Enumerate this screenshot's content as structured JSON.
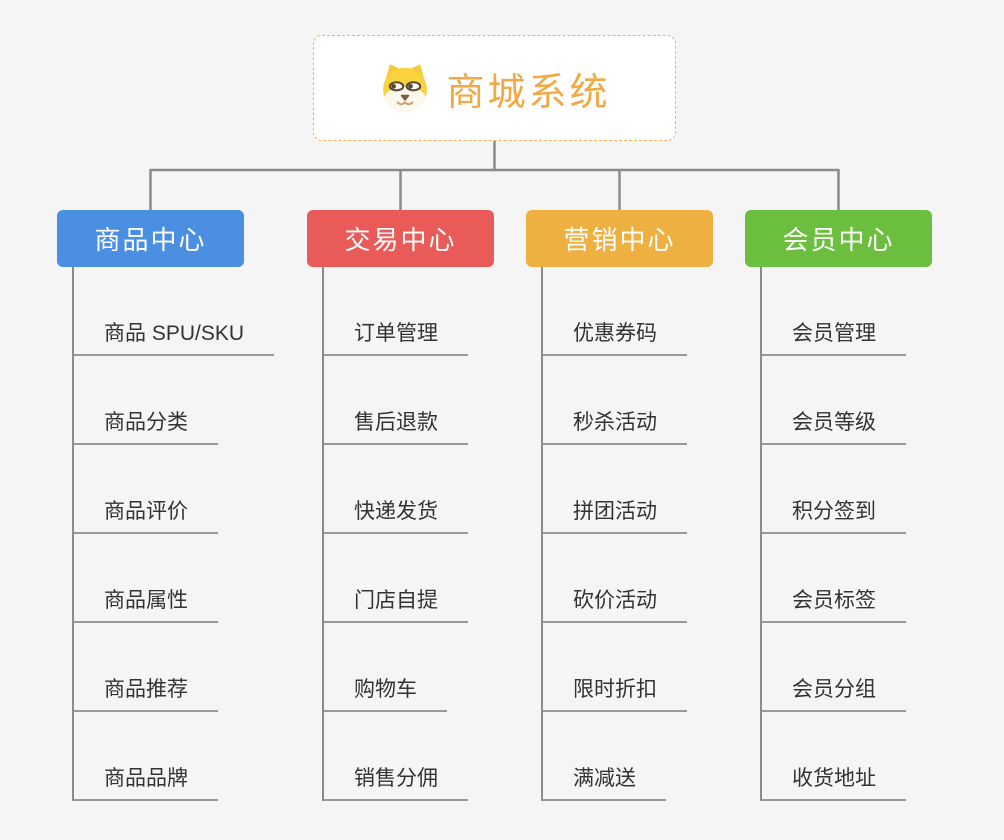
{
  "root": {
    "title": "商城系统",
    "icon": "shiba-dog-icon"
  },
  "branches": [
    {
      "label": "商品中心",
      "color": "#4b8fe2",
      "children": [
        "商品 SPU/SKU",
        "商品分类",
        "商品评价",
        "商品属性",
        "商品推荐",
        "商品品牌"
      ]
    },
    {
      "label": "交易中心",
      "color": "#e95b58",
      "children": [
        "订单管理",
        "售后退款",
        "快递发货",
        "门店自提",
        "购物车",
        "销售分佣"
      ]
    },
    {
      "label": "营销中心",
      "color": "#eeb041",
      "children": [
        "优惠券码",
        "秒杀活动",
        "拼团活动",
        "砍价活动",
        "限时折扣",
        "满减送"
      ]
    },
    {
      "label": "会员中心",
      "color": "#6cbe3e",
      "children": [
        "会员管理",
        "会员等级",
        "积分签到",
        "会员标签",
        "会员分组",
        "收货地址"
      ]
    }
  ],
  "colors": {
    "background": "#f5f5f5",
    "connector_line": "#8b8b8b",
    "child_underline": "#999999",
    "root_accent": "#f0a944",
    "root_border": "#f3b35c",
    "child_text": "#333333"
  }
}
